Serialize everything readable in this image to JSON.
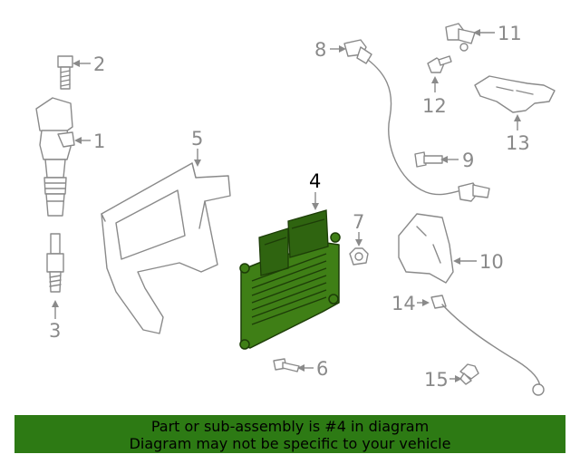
{
  "callouts": {
    "c1": "1",
    "c2": "2",
    "c3": "3",
    "c4": "4",
    "c5": "5",
    "c6": "6",
    "c7": "7",
    "c8": "8",
    "c9": "9",
    "c10": "10",
    "c11": "11",
    "c12": "12",
    "c13": "13",
    "c14": "14",
    "c15": "15"
  },
  "highlighted_part": "4",
  "colors": {
    "highlight": "#3f7f16",
    "banner": "#2d7a14",
    "callout": "#8a8a8a"
  },
  "banner": {
    "line1": "Part or sub-assembly is #4 in diagram",
    "line2": "Diagram may not be specific to your vehicle"
  }
}
